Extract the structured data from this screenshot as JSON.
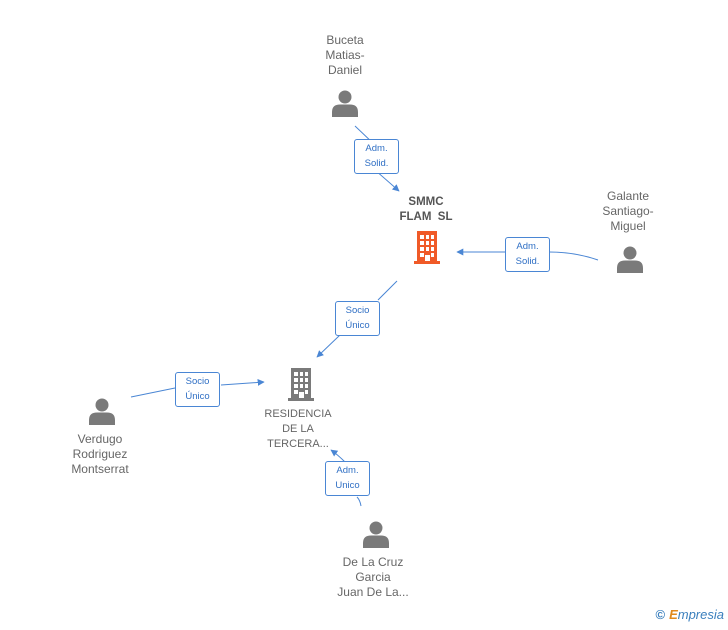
{
  "nodes": {
    "buceta": {
      "lines": [
        "Buceta",
        "Matias-",
        "Daniel"
      ],
      "type": "person"
    },
    "smmc": {
      "lines": [
        "SMMC",
        "FLAM  SL"
      ],
      "type": "company-main"
    },
    "galante": {
      "lines": [
        "Galante",
        "Santiago-",
        "Miguel"
      ],
      "type": "person"
    },
    "residencia": {
      "lines": [
        "RESIDENCIA",
        "DE LA",
        "TERCERA..."
      ],
      "type": "company"
    },
    "verdugo": {
      "lines": [
        "Verdugo",
        "Rodriguez",
        "Montserrat"
      ],
      "type": "person"
    },
    "delacruz": {
      "lines": [
        "De La Cruz",
        "Garcia",
        "Juan De La..."
      ],
      "type": "person"
    }
  },
  "edges": {
    "buceta_smmc": [
      "Adm.",
      "Solid."
    ],
    "galante_smmc": [
      "Adm.",
      "Solid."
    ],
    "smmc_residencia": [
      "Socio",
      "Único"
    ],
    "verdugo_residencia": [
      "Socio",
      "Único"
    ],
    "delacruz_residencia": [
      "Adm.",
      "Unico"
    ]
  },
  "colors": {
    "edge": "#4a86d4",
    "person_icon": "#7a7a7a",
    "company_icon": "#7a7a7a",
    "company_main_icon": "#f05a28"
  },
  "icons": {
    "person": "person-icon",
    "company": "building-icon"
  },
  "watermark": {
    "symbol": "©",
    "brand_first": "E",
    "brand_rest": "mpresia"
  }
}
